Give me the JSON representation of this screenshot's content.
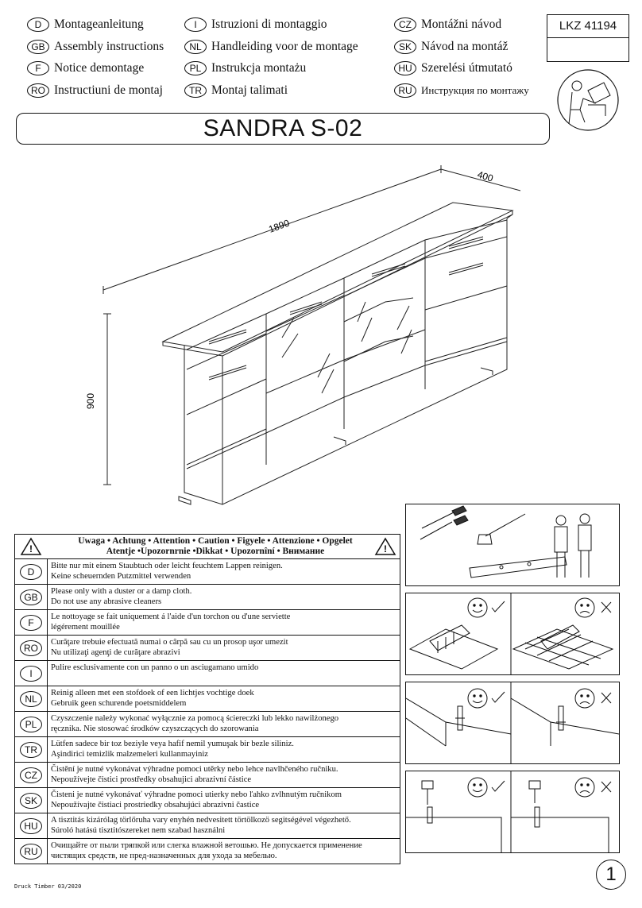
{
  "header": {
    "languages_col1": [
      {
        "code": "D",
        "label": "Montageanleitung"
      },
      {
        "code": "GB",
        "label": "Assembly instructions"
      },
      {
        "code": "F",
        "label": "Notice demontage"
      },
      {
        "code": "RO",
        "label": "Instructiuni de montaj"
      }
    ],
    "languages_col2": [
      {
        "code": "I",
        "label": "Istruzioni di montaggio"
      },
      {
        "code": "NL",
        "label": "Handleiding voor de montage"
      },
      {
        "code": "PL",
        "label": "Instrukcja montażu"
      },
      {
        "code": "TR",
        "label": "Montaj talimati"
      }
    ],
    "languages_col3": [
      {
        "code": "CZ",
        "label": "Montážni návod"
      },
      {
        "code": "SK",
        "label": "Návod na montáž"
      },
      {
        "code": "HU",
        "label": "Szerelési útmutató"
      },
      {
        "code": "RU",
        "label": "Инструкция по монтажу"
      }
    ],
    "article_code": "LKZ 41194"
  },
  "product_title": "SANDRA S-02",
  "dimensions": {
    "width": "1890",
    "depth": "400",
    "height": "900"
  },
  "warning": {
    "line1": "Uwaga • Achtung • Attention • Caution • Figyele • Attenzione • Opgelet",
    "line2": "Atentje •Upozornrnie •Dikkat • Upozornîní • Внимание",
    "rows": [
      {
        "code": "D",
        "text": "Bitte nur mit einem Staubtuch oder leicht feuchtem Lappen reinigen.\nKeine scheuernden Putzmittel verwenden"
      },
      {
        "code": "GB",
        "text": "Please only with a duster or a damp cloth.\nDo not use any abrasive cleaners"
      },
      {
        "code": "F",
        "text": "Le nottoyage se fait uniquement á l'aide d'un torchon ou d'une serviette\nlégérement mouillée"
      },
      {
        "code": "RO",
        "text": "Curăţare trebuie efectuată numai o cârpă sau cu un prosop uşor umezit\nNu utilizaţi agenţi de curăţare abrazivi"
      },
      {
        "code": "I",
        "text": "Pulire esclusivamente con un panno o un asciugamano umido"
      },
      {
        "code": "NL",
        "text": "Reinig alleen met een stofdoek of een lichtjes vochtige doek\nGebruik geen schurende poetsmiddelem"
      },
      {
        "code": "PL",
        "text": "Czyszczenie należy wykonać wyłącznie za pomocą ściereczki lub lekko nawilżonego\nręcznika. Nie stosować środków czyszczących do szorowania"
      },
      {
        "code": "TR",
        "text": "Lütfen sadece bir toz beziyle veya hafif nemil yumuşak bir bezle siliniz.\nAşindirici temizlik malzemeleri kullanmayiniz"
      },
      {
        "code": "CZ",
        "text": "Čistění je nutné vykonávat výhradne pomoci utěrky nebo lehce navlhčeného ručniku.\nNepoužívejte čistici prostředky obsahujici abrazivní částice"
      },
      {
        "code": "SK",
        "text": "Čisteni je nutné vykonávať výhradne pomoci utierky nebo ľahko zvlhnutým ručnikom\nNepoužívajte čistiaci prostriedky obsahujúci abrazivni častice"
      },
      {
        "code": "HU",
        "text": "A tisztitás kizárólag törlőruha vary enyhén nedvesitett törtölkozö segitségével végezhető.\nSúroló hatású tisztitószereket nem szabad használni"
      },
      {
        "code": "RU",
        "text": "Очищайте от пыли тряпкой или слегка влажной ветошью. Не допускается применение\nчистящих средств, не пред-назначенных для ухода за мебелью."
      }
    ]
  },
  "footer": {
    "print_info": "Druck Timber 03/2020",
    "page_number": "1"
  }
}
